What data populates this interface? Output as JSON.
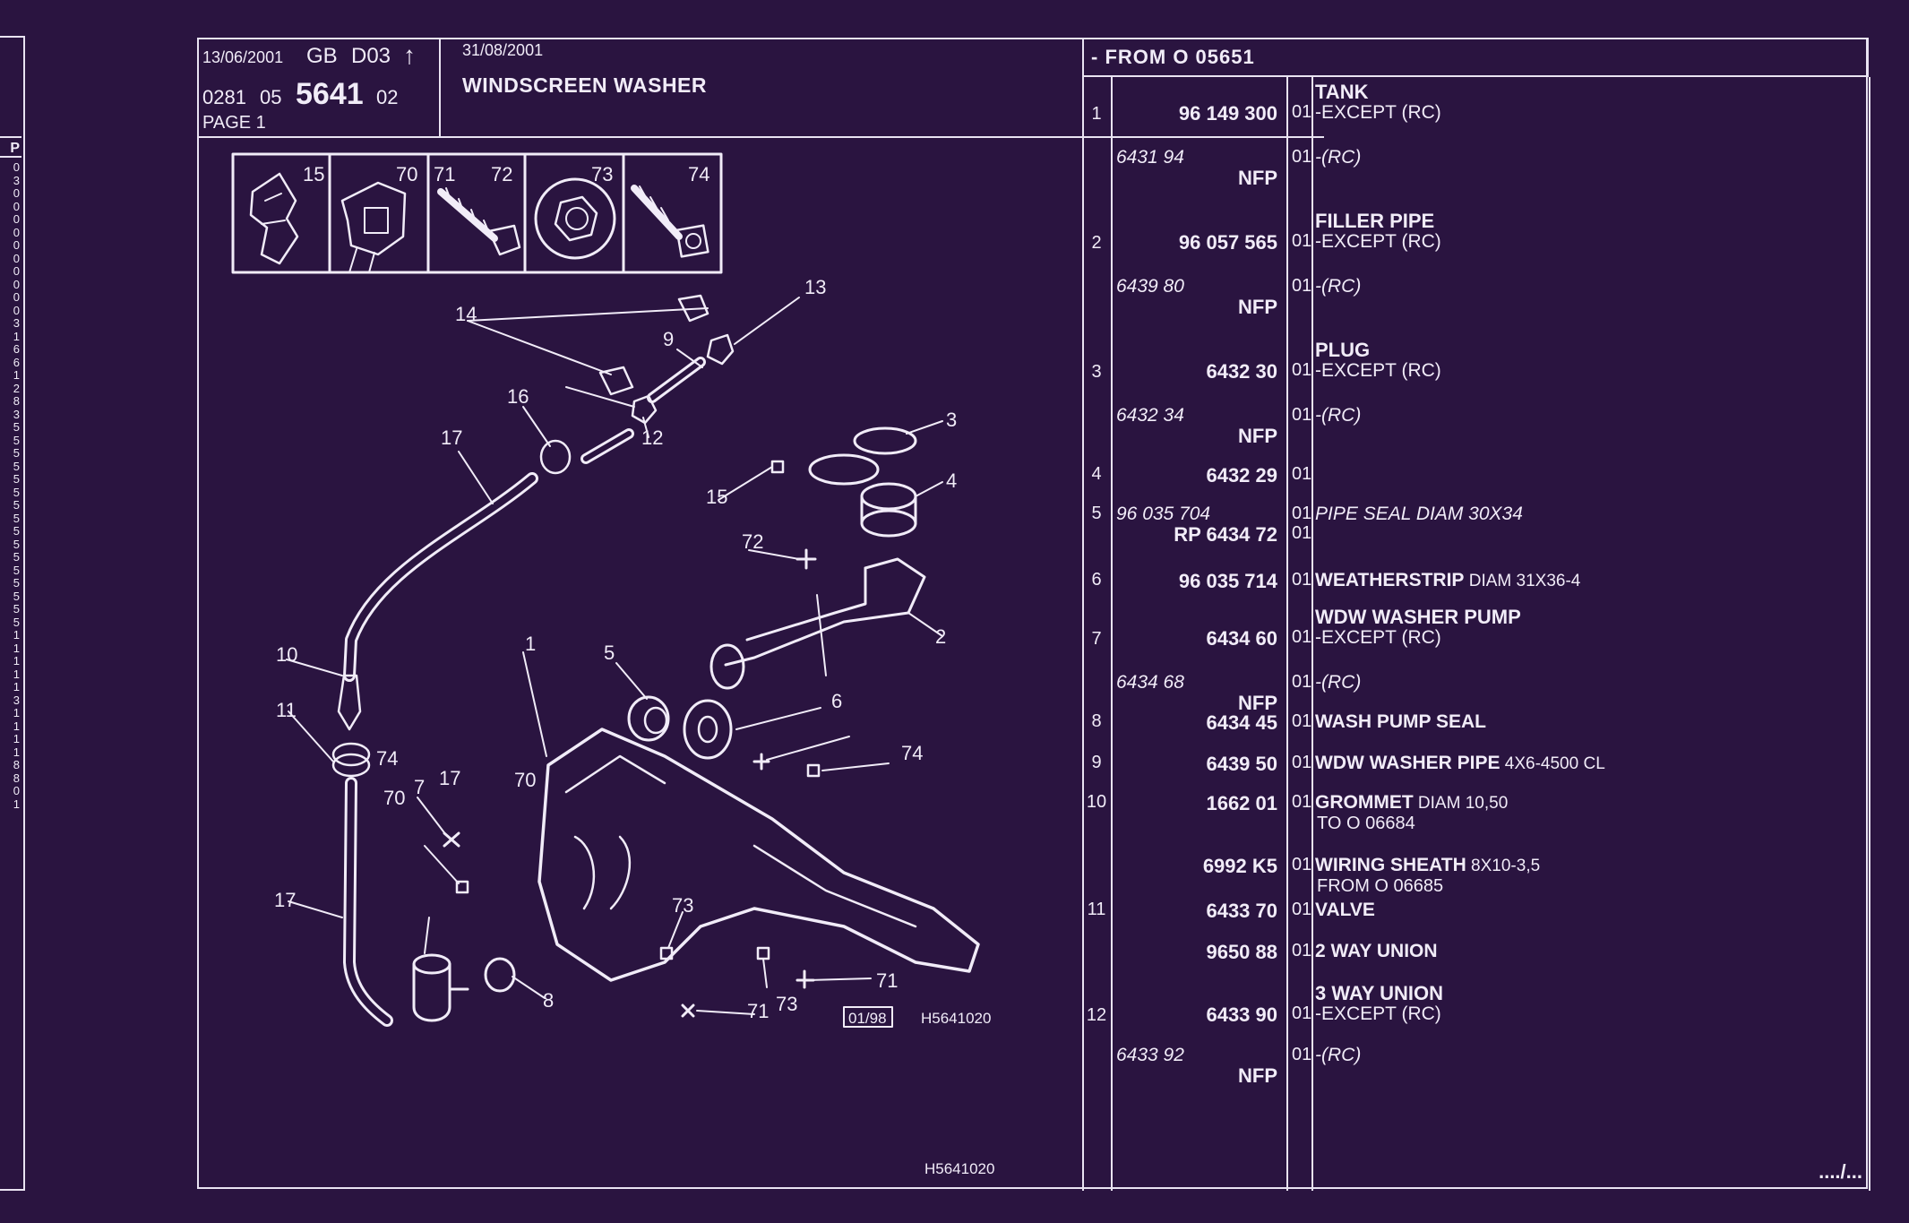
{
  "left_strip": {
    "header": "P",
    "digits": [
      "0",
      "3",
      "0",
      "0",
      "0",
      "0",
      "0",
      "0",
      "0",
      "0",
      "0",
      "0",
      "3",
      "1",
      "6",
      "6",
      "1",
      "2",
      "8",
      "3",
      "5",
      "5",
      "5",
      "5",
      "5",
      "5",
      "5",
      "5",
      "5",
      "5",
      "5",
      "5",
      "5",
      "5",
      "5",
      "5",
      "1",
      "1",
      "1",
      "1",
      "1",
      "3",
      "1",
      "1",
      "1",
      "1",
      "8",
      "8",
      "0",
      "1"
    ]
  },
  "header": {
    "date_left": "13/06/2001",
    "region": "GB",
    "section": "D03",
    "arrow": "↑",
    "num_a": "0281",
    "num_b": "05",
    "num_main": "5641",
    "num_c": "02",
    "page": "PAGE 1",
    "date_right": "31/08/2001",
    "title": "WINDSCREEN WASHER"
  },
  "diagram": {
    "legend_numbers": [
      "15",
      "70",
      "71",
      "72",
      "73",
      "74"
    ],
    "callouts": [
      "1",
      "2",
      "3",
      "4",
      "5",
      "6",
      "7",
      "8",
      "9",
      "10",
      "11",
      "12",
      "13",
      "14",
      "15",
      "16",
      "17",
      "17",
      "17",
      "70",
      "70",
      "71",
      "71",
      "72",
      "73",
      "73",
      "74",
      "74"
    ],
    "stamp": "01/98",
    "ref_code": "H5641020",
    "footer_code": "H5641020"
  },
  "parts": {
    "from_label": "- FROM O  05651",
    "rows": [
      {
        "idx": "1",
        "title": "TANK",
        "ref": "96 149 300",
        "var": "01",
        "desc": "-EXCEPT (RC)"
      },
      {
        "alt": "6431 94",
        "nfp": "NFP",
        "var": "01",
        "desc": "-(RC)"
      },
      {
        "idx": "2",
        "title": "FILLER PIPE",
        "ref": "96 057 565",
        "var": "01",
        "desc": "-EXCEPT (RC)"
      },
      {
        "alt": "6439 80",
        "nfp": "NFP",
        "var": "01",
        "desc": "-(RC)"
      },
      {
        "idx": "3",
        "title": "PLUG",
        "ref": "6432 30",
        "var": "01",
        "desc": "-EXCEPT (RC)"
      },
      {
        "alt": "6432 34",
        "nfp": "NFP",
        "var": "01",
        "desc": "-(RC)"
      },
      {
        "idx": "4",
        "ref": "6432 29",
        "var": "01"
      },
      {
        "idx": "5",
        "alt": "96 035 704",
        "var": "01",
        "desc": "PIPE SEAL DIAM 30X34",
        "ref2": "RP  6434 72",
        "var2": "01"
      },
      {
        "idx": "6",
        "ref": "96 035 714",
        "var": "01",
        "desc_bold": "WEATHERSTRIP",
        "desc_rest": " DIAM 31X36-4"
      },
      {
        "idx": "7",
        "title": "WDW WASHER PUMP",
        "ref": "6434 60",
        "var": "01",
        "desc": "-EXCEPT (RC)"
      },
      {
        "alt": "6434 68",
        "nfp": "NFP",
        "var": "01",
        "desc": "-(RC)"
      },
      {
        "idx": "8",
        "ref": "6434 45",
        "var": "01",
        "desc_bold": "WASH PUMP SEAL"
      },
      {
        "idx": "9",
        "ref": "6439 50",
        "var": "01",
        "desc_bold": "WDW WASHER PIPE",
        "desc_rest": " 4X6-4500 CL"
      },
      {
        "idx": "10",
        "ref": "1662 01",
        "var": "01",
        "desc_bold": "GROMMET",
        "desc_rest": " DIAM 10,50",
        "desc2": "TO  O  06684"
      },
      {
        "ref": "6992 K5",
        "var": "01",
        "desc_bold": "WIRING SHEATH",
        "desc_rest": " 8X10-3,5",
        "desc2": "FROM  O  06685"
      },
      {
        "idx": "11",
        "ref": "6433 70",
        "var": "01",
        "desc_bold": "VALVE"
      },
      {
        "ref": "9650 88",
        "var": "01",
        "desc_bold": "2 WAY UNION"
      },
      {
        "idx": "12",
        "title": "3 WAY UNION",
        "ref": "6433 90",
        "var": "01",
        "desc": "-EXCEPT (RC)"
      },
      {
        "alt": "6433 92",
        "nfp": "NFP",
        "var": "01",
        "desc": "-(RC)"
      }
    ],
    "end_mark": "..../..."
  }
}
